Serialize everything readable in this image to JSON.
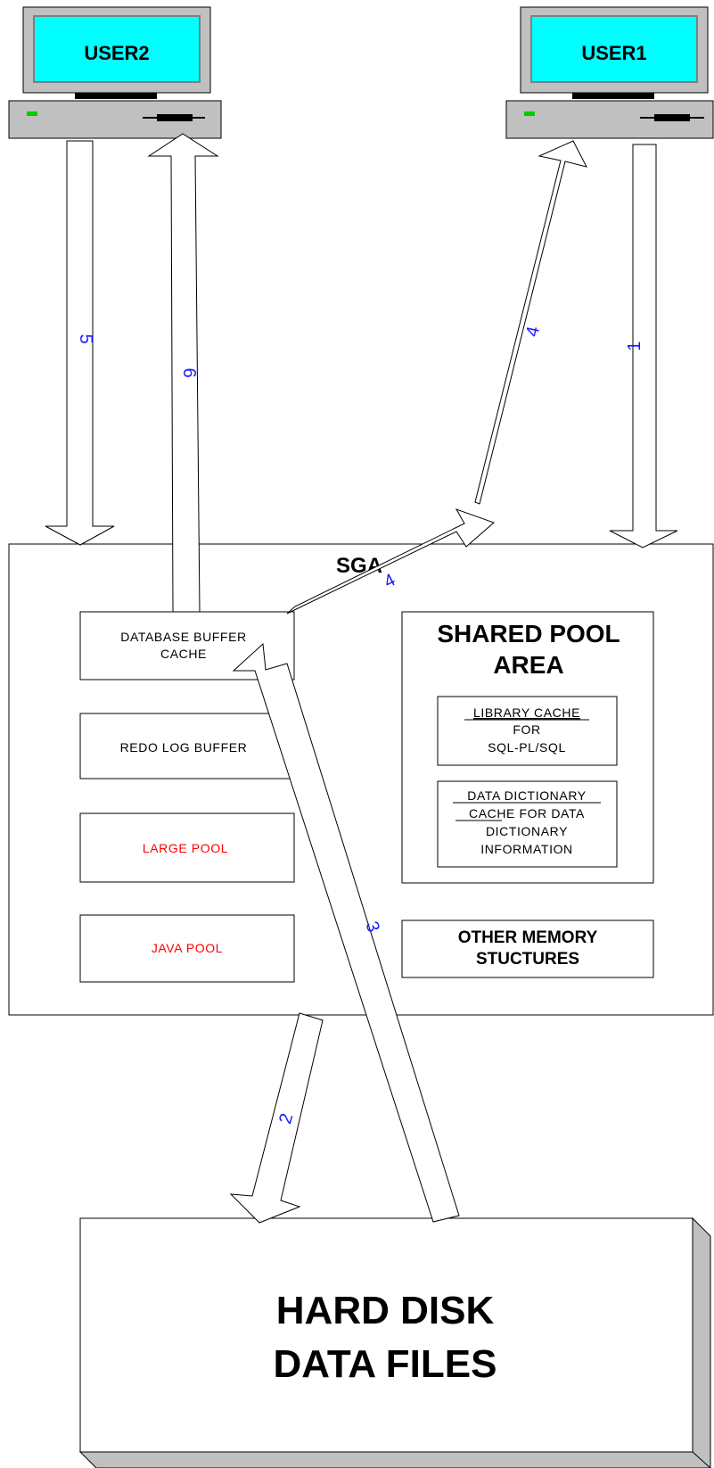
{
  "computers": {
    "user2": {
      "label": "USER2"
    },
    "user1": {
      "label": "USER1"
    }
  },
  "sga": {
    "title": "SGA",
    "database_buffer_cache": {
      "line1": "DATABASE BUFFER",
      "line2": "CACHE"
    },
    "redo_log_buffer": "REDO LOG BUFFER",
    "large_pool": "LARGE POOL",
    "java_pool": "JAVA POOL",
    "shared_pool": {
      "title_line1": "SHARED POOL",
      "title_line2": "AREA",
      "library_cache": {
        "line1": "LIBRARY CACHE",
        "line2": "FOR",
        "line3": "SQL-PL/SQL"
      },
      "data_dictionary_cache": {
        "line1": "DATA DICTIONARY",
        "line2_underlined": "CACHE",
        "line2_rest": " FOR DATA",
        "line3": "DICTIONARY",
        "line4": "INFORMATION"
      }
    },
    "other_memory": {
      "line1": "OTHER MEMORY",
      "line2": "STUCTURES"
    }
  },
  "hard_disk": {
    "line1": "HARD DISK",
    "line2": "DATA FILES"
  },
  "arrows": [
    {
      "id": "1",
      "label": "1"
    },
    {
      "id": "2",
      "label": "2"
    },
    {
      "id": "3",
      "label": "3"
    },
    {
      "id": "4a",
      "label": "4"
    },
    {
      "id": "4b",
      "label": "4"
    },
    {
      "id": "5",
      "label": "5"
    },
    {
      "id": "6",
      "label": "6"
    }
  ],
  "colors": {
    "screen": "#00ffff",
    "cpu": "#c0c0c0",
    "led": "#00cc00",
    "step_number": "#1a1aff",
    "pool_text": "#ff0000",
    "disk_shadow": "#c0c0c0"
  }
}
